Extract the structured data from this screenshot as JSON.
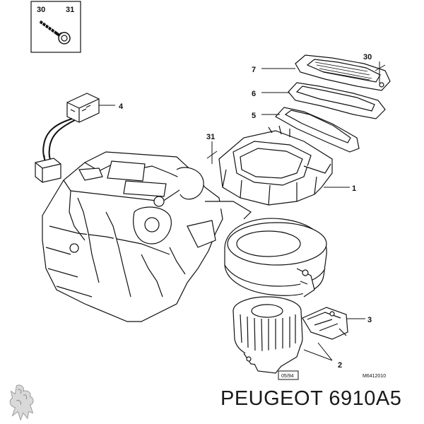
{
  "callouts": {
    "c30_inset": "30",
    "c31_inset": "31",
    "c1": "1",
    "c2": "2",
    "c3": "3",
    "c4": "4",
    "c5": "5",
    "c6": "6",
    "c7": "7",
    "c30": "30",
    "c31": "31"
  },
  "date_code": "05/94",
  "drawing_ref": "M6412010",
  "brand_text": "PEUGEOT 6910A5",
  "logo": "peugeot-lion-logo"
}
